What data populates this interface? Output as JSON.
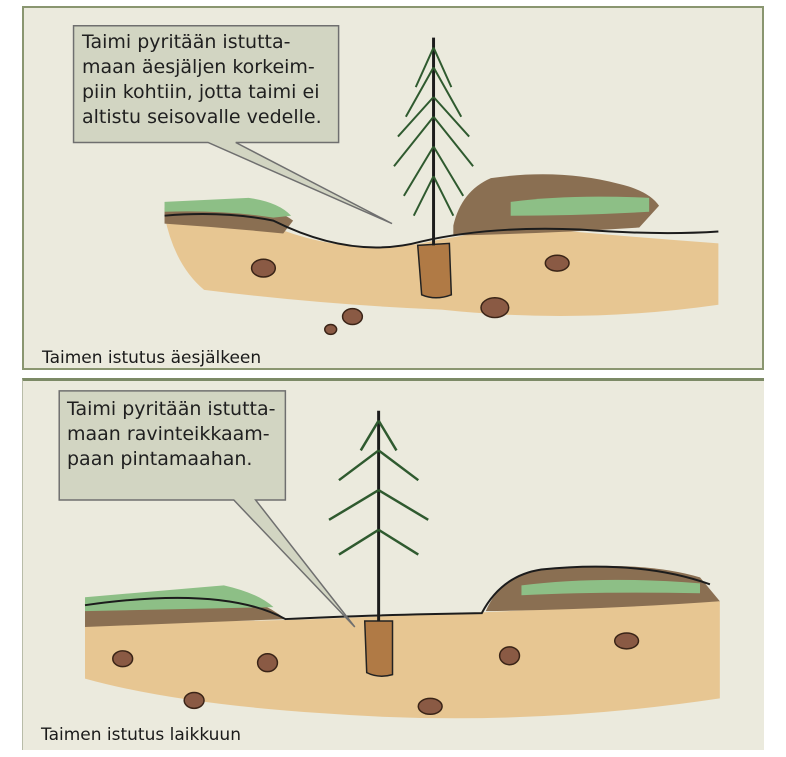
{
  "top_panel": {
    "callout_text": "Taimi pyritään istutta-\nmaan äesjäljen korkeim-\npiin kohtiin, jotta taimi ei\naltistu seisovalle vedelle.",
    "caption": "Taimen istutus äesjälkeen"
  },
  "bottom_panel": {
    "callout_text": "Taimi pyritään istutta-\nmaan ravinteikkaam-\npaan pintamaahan.",
    "caption": "Taimen istutus laikkuun"
  },
  "colors": {
    "panel_bg": "#ebeadd",
    "callout_fill": "#d2d5c2",
    "soil": "#e6bf85",
    "humus": "#8a6f52",
    "moss": "#8dbf86",
    "needles": "#2f5a2f",
    "stone": "#8a5a44"
  }
}
